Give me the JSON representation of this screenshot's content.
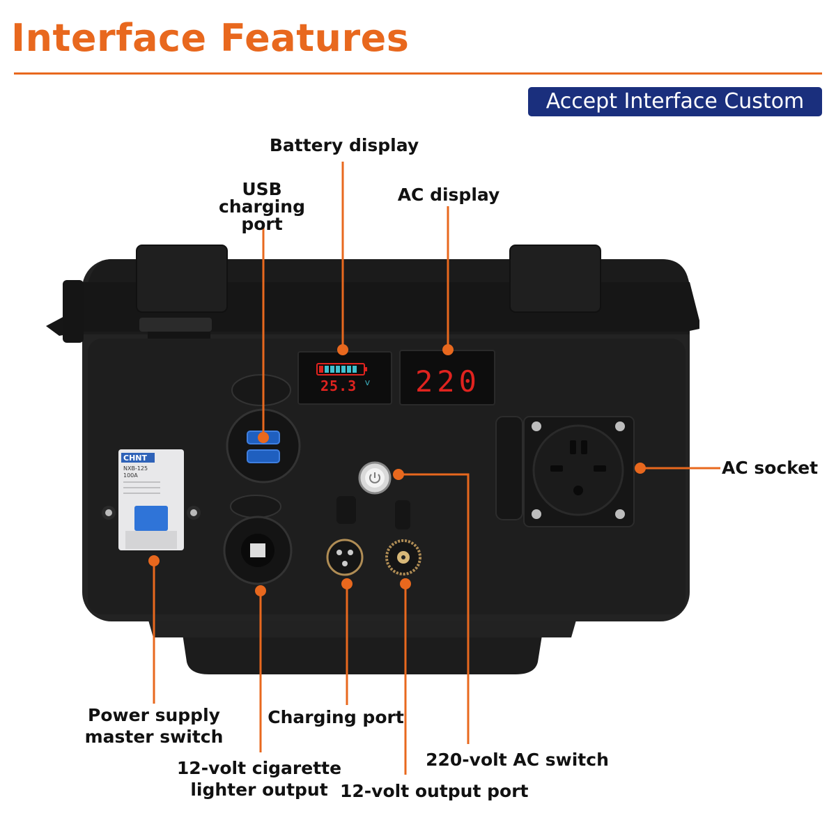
{
  "header": {
    "title": "Interface Features",
    "badge": "Accept Interface Custom"
  },
  "product": {
    "breaker_brand": "CHNT",
    "breaker_model": "NXB-125",
    "breaker_rating": "100A",
    "battery_readout": "25.3",
    "battery_unit": "V",
    "ac_readout": "220"
  },
  "callouts": {
    "battery_display": "Battery display",
    "usb_charging_port": "USB charging port",
    "ac_display": "AC display",
    "ac_socket": "AC socket",
    "power_supply_master_switch": "Power supply master switch",
    "charging_port": "Charging port",
    "cigarette_lighter_output": "12-volt cigarette lighter output",
    "ac_switch": "220-volt AC switch",
    "output_port": "12-volt output port"
  },
  "colors": {
    "accent": "#e8681e",
    "badge_bg": "#1a2f7d",
    "led_red": "#e0231f"
  }
}
